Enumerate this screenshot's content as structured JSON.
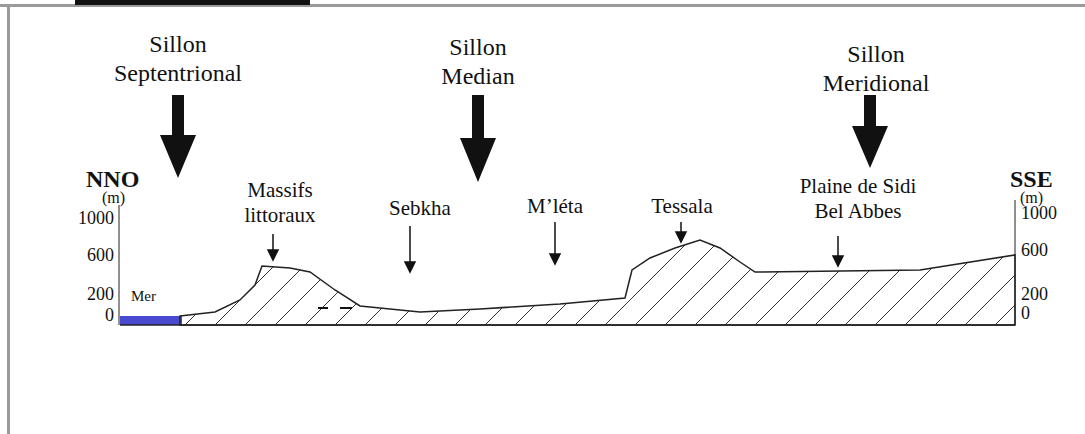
{
  "diagram": {
    "labels": [
      "Sillon Septentrional",
      "Sillon Median",
      "Sillon Meridional",
      "NNO",
      "(m)",
      "1000",
      "600",
      "200",
      "0",
      "SSE",
      "(m)",
      "1000",
      "600",
      "200",
      "0",
      "Mer",
      "Massifs littoraux",
      "Sebkha",
      "M’léta",
      "Tessala",
      "Plaine de Sidi Bel Abbes"
    ]
  }
}
